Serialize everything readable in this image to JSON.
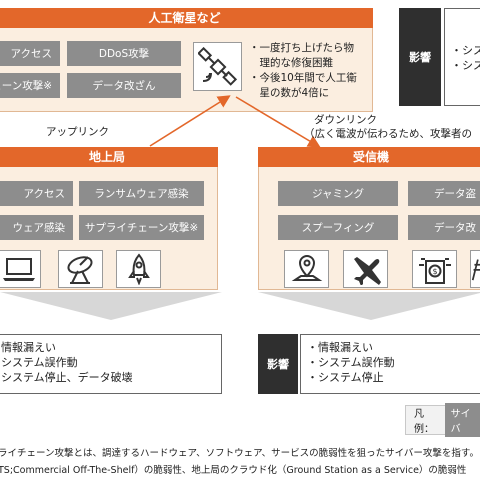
{
  "satellite": {
    "title": "人工衛星など",
    "attacks": [
      "アクセス",
      "DDoS攻撃",
      "チェーン攻撃※",
      "データ改ざん"
    ],
    "notes": [
      "・一度打ち上げたら物",
      "　理的な修復困難",
      "・今後10年間で人工衛",
      "　星の数が4倍に"
    ],
    "impact_label": "影響",
    "impacts": [
      "・シス",
      "・シス"
    ]
  },
  "uplink_label": "アップリンク",
  "downlink_label": "ダウンリンク",
  "downlink_note": "（広く電波が伝わるため、攻撃者の",
  "ground": {
    "title": "地上局",
    "attacks": [
      "アクセス",
      "ランサムウェア感染",
      "ウェア感染",
      "サプライチェーン攻撃※"
    ],
    "impacts": [
      "情報漏えい",
      "システム誤作動",
      "システム停止、データ破壊"
    ]
  },
  "receiver": {
    "title": "受信機",
    "attacks": [
      "ジャミング",
      "データ盗",
      "スプーフィング",
      "データ改"
    ],
    "impact_label": "影響",
    "impacts": [
      "・情報漏えい",
      "・システム誤作動",
      "・システム停止"
    ]
  },
  "legend": {
    "label": "凡例：",
    "chip": "サイバ"
  },
  "footnotes": [
    "ライチェーン攻撃とは、調達するハードウェア、ソフトウェア、サービスの脆弱性を狙ったサイバー攻撃を指す。",
    "TS;Commercial Off-The-Shelf）の脆弱性、地上局のクラウド化（Ground Station as a Service）の脆弱性"
  ],
  "icons": [
    "satellite-icon",
    "laptop-icon",
    "dish-antenna-icon",
    "rocket-icon",
    "map-pin-icon",
    "airplane-icon",
    "dollar-atm-icon",
    "power-tower-icon"
  ],
  "colors": {
    "accent": "#e3672a",
    "panel": "#fbeee0",
    "attack": "#8d8d8d",
    "impact": "#2f2f2f"
  }
}
